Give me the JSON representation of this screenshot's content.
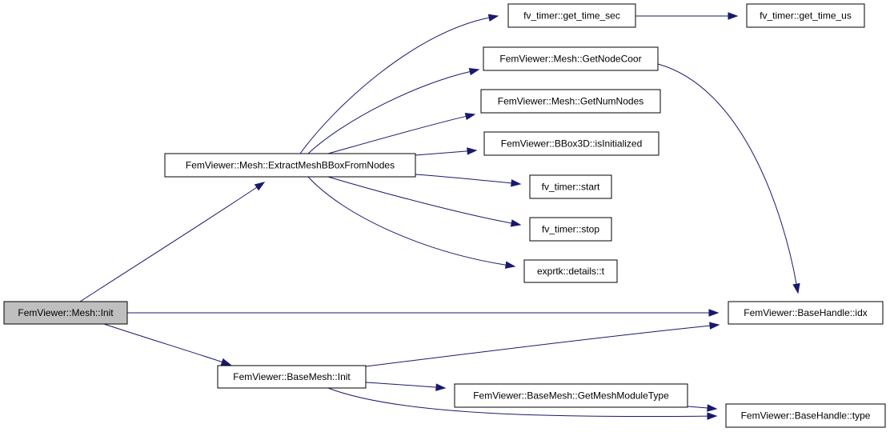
{
  "graph": {
    "nodes": [
      {
        "id": "mesh_init",
        "label": "FemViewer::Mesh::Init",
        "root": true
      },
      {
        "id": "extract_bbox",
        "label": "FemViewer::Mesh::ExtractMeshBBoxFromNodes"
      },
      {
        "id": "get_time_sec",
        "label": "fv_timer::get_time_sec"
      },
      {
        "id": "get_time_us",
        "label": "fv_timer::get_time_us"
      },
      {
        "id": "get_node_coor",
        "label": "FemViewer::Mesh::GetNodeCoor"
      },
      {
        "id": "get_num_nodes",
        "label": "FemViewer::Mesh::GetNumNodes"
      },
      {
        "id": "bbox_is_init",
        "label": "FemViewer::BBox3D::isInitialized"
      },
      {
        "id": "timer_start",
        "label": "fv_timer::start"
      },
      {
        "id": "timer_stop",
        "label": "fv_timer::stop"
      },
      {
        "id": "exprtk_t",
        "label": "exprtk::details::t"
      },
      {
        "id": "basehandle_idx",
        "label": "FemViewer::BaseHandle::idx"
      },
      {
        "id": "basemesh_init",
        "label": "FemViewer::BaseMesh::Init"
      },
      {
        "id": "get_mesh_module_type",
        "label": "FemViewer::BaseMesh::GetMeshModuleType"
      },
      {
        "id": "basehandle_type",
        "label": "FemViewer::BaseHandle::type"
      }
    ],
    "edges": [
      {
        "from": "mesh_init",
        "to": "extract_bbox"
      },
      {
        "from": "mesh_init",
        "to": "basehandle_idx"
      },
      {
        "from": "mesh_init",
        "to": "basemesh_init"
      },
      {
        "from": "extract_bbox",
        "to": "get_time_sec"
      },
      {
        "from": "extract_bbox",
        "to": "get_node_coor"
      },
      {
        "from": "extract_bbox",
        "to": "get_num_nodes"
      },
      {
        "from": "extract_bbox",
        "to": "bbox_is_init"
      },
      {
        "from": "extract_bbox",
        "to": "timer_start"
      },
      {
        "from": "extract_bbox",
        "to": "timer_stop"
      },
      {
        "from": "extract_bbox",
        "to": "exprtk_t"
      },
      {
        "from": "get_time_sec",
        "to": "get_time_us"
      },
      {
        "from": "get_node_coor",
        "to": "basehandle_idx"
      },
      {
        "from": "basemesh_init",
        "to": "basehandle_idx"
      },
      {
        "from": "basemesh_init",
        "to": "get_mesh_module_type"
      },
      {
        "from": "basemesh_init",
        "to": "basehandle_type"
      },
      {
        "from": "get_mesh_module_type",
        "to": "basehandle_type"
      }
    ],
    "colors": {
      "edge": "#191970",
      "root_fill": "#bfbfbf",
      "node_fill": "#ffffff",
      "border": "#000000"
    }
  }
}
